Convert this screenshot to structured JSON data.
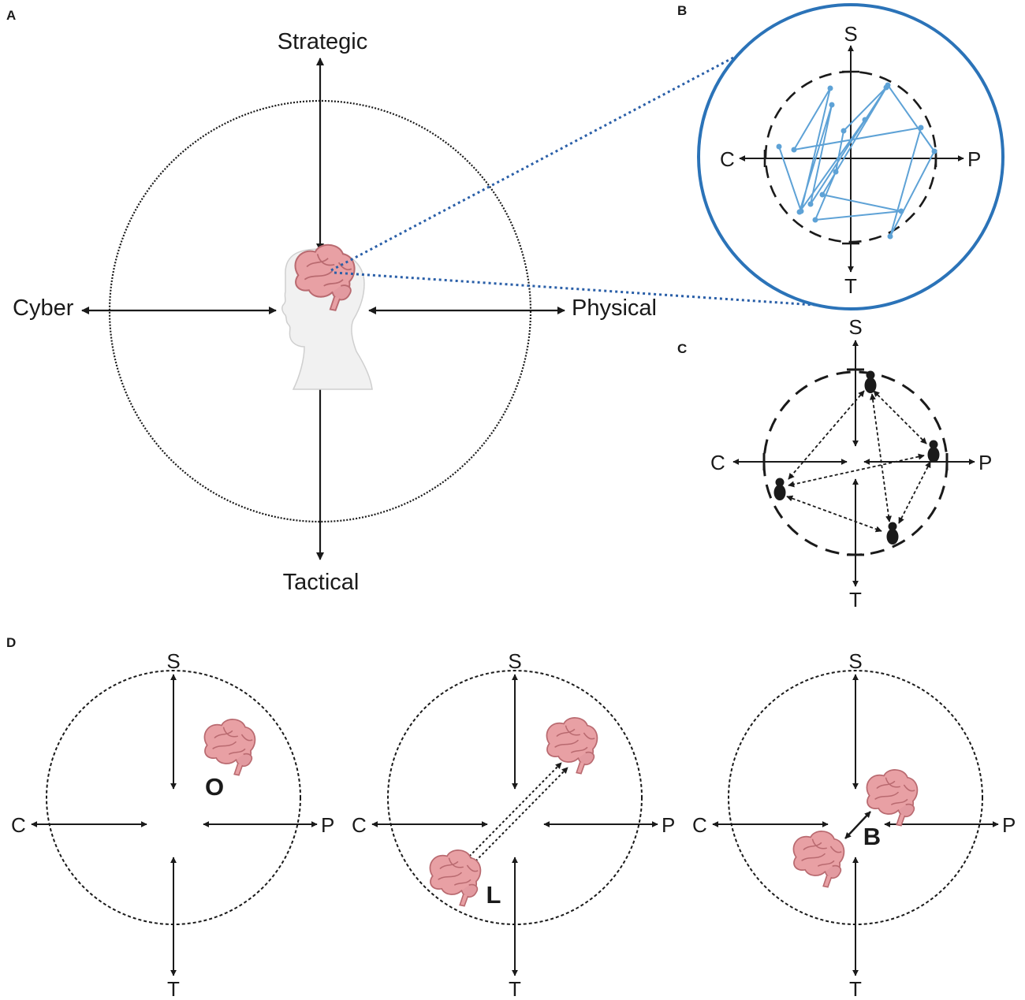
{
  "panels": {
    "a": {
      "letter": "A",
      "axes": {
        "top": "Strategic",
        "bottom": "Tactical",
        "left": "Cyber",
        "right": "Physical"
      }
    },
    "b": {
      "letter": "B",
      "axes": {
        "top": "S",
        "bottom": "T",
        "left": "C",
        "right": "P"
      }
    },
    "c": {
      "letter": "C",
      "axes": {
        "top": "S",
        "bottom": "T",
        "left": "C",
        "right": "P"
      }
    },
    "d": {
      "letter": "D",
      "axes": {
        "top": "S",
        "bottom": "T",
        "left": "C",
        "right": "P"
      },
      "modes": [
        "O",
        "L",
        "B"
      ]
    }
  },
  "colors": {
    "ink": "#1a1a1a",
    "zoom_ring": "#2b73b8",
    "zoom_link": "#2a5fa8",
    "trajectory": "#5ea2d6",
    "brain": "#e8a0a4",
    "brain_dark": "#b96a70",
    "head": "#f1f1f1"
  },
  "icons": [
    "brain-icon",
    "human-head-icon",
    "person-icon"
  ]
}
